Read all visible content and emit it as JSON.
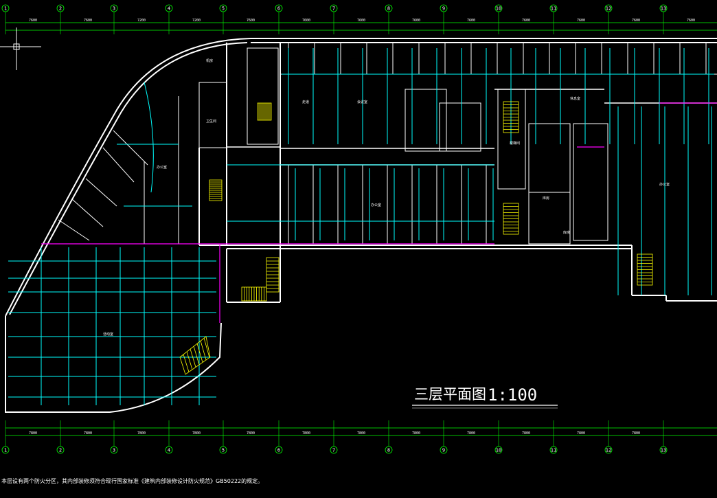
{
  "drawing": {
    "title": "三层平面图",
    "scale": "1:100",
    "note": "本层设有两个防火分区，其内部装修须符合现行国家标准《建筑内部装修设计防火规范》GB50222的规定。"
  },
  "grid_axes": [
    "1",
    "2",
    "3",
    "4",
    "5",
    "6",
    "7",
    "8",
    "9",
    "10",
    "11",
    "12",
    "13"
  ],
  "top_dims": [
    "7600",
    "7600",
    "7200",
    "7200",
    "7600",
    "7600",
    "7600",
    "7600",
    "7600",
    "7600",
    "7600",
    "7600",
    "7600"
  ],
  "bottom_dims": [
    "7800",
    "7800",
    "7800",
    "7800",
    "7800",
    "7800",
    "7800",
    "7800",
    "7800",
    "7800",
    "7800",
    "7800"
  ],
  "rooms": [
    "办公室",
    "卫生间",
    "走道",
    "会议室",
    "楼梯间",
    "库房",
    "活动室",
    "机房",
    "休息室",
    "办公室",
    "库房",
    "办公室"
  ],
  "colors": {
    "wall": "#ffffff",
    "grid": "#00ff00",
    "piping": "#00ffff",
    "fire_zone": "#ff00ff",
    "stair": "#ffff00"
  }
}
